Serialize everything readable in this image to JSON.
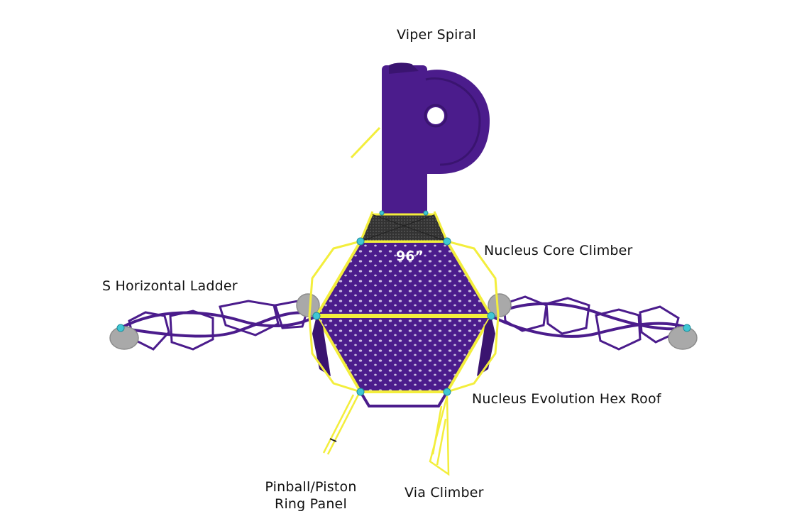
{
  "labels": {
    "viper_spiral": "Viper Spiral",
    "nucleus_core_climber": "Nucleus Core Climber",
    "s_horizontal_ladder": "S Horizontal Ladder",
    "nucleus_evolution_hex_roof": "Nucleus Evolution Hex Roof",
    "pinball_line1": "Pinball/Piston",
    "pinball_line2": "Ring Panel",
    "via_climber": "Via Climber"
  },
  "height_marker": "96”",
  "colors": {
    "purple": "#4b1c8c",
    "purple_dark": "#3a1470",
    "yellow": "#f3ee3c",
    "cyan": "#3fc6d4",
    "gray": "#a9a9a9",
    "deck": "#3a3a3a"
  }
}
